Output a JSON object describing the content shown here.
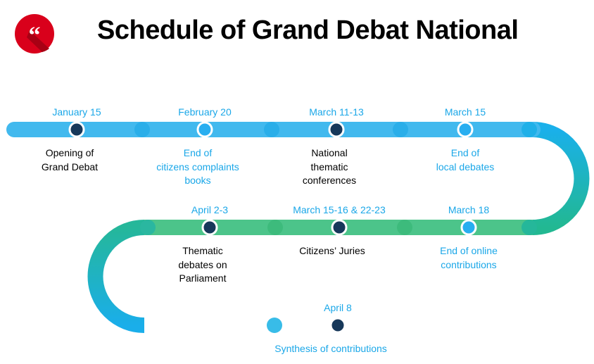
{
  "title": "Schedule of Grand Debat National",
  "logo": {
    "icon": "quote-icon",
    "color": "#d9001b"
  },
  "colors": {
    "blue": "#40b8ec",
    "green": "#4cc48a",
    "node_dark": "#17385a",
    "node_light": "#28aef0",
    "date": "#1aa7e8",
    "label_dark": "#000000"
  },
  "events": [
    {
      "date": "January 15",
      "lines": [
        "Opening of",
        "Grand Debat"
      ],
      "node": "dark",
      "label_color": "dark"
    },
    {
      "date": "February 20",
      "lines": [
        "End of",
        "citizens complaints",
        "books"
      ],
      "node": "light",
      "label_color": "blue"
    },
    {
      "date": "March 11-13",
      "lines": [
        "National",
        "thematic",
        "conferences"
      ],
      "node": "dark",
      "label_color": "dark"
    },
    {
      "date": "March 15",
      "lines": [
        "End of",
        "local debates"
      ],
      "node": "light",
      "label_color": "blue"
    },
    {
      "date": "March 18",
      "lines": [
        "End of online",
        "contributions"
      ],
      "node": "light",
      "label_color": "blue"
    },
    {
      "date": "March 15-16 & 22-23",
      "lines": [
        "Citizens’ Juries"
      ],
      "node": "dark",
      "label_color": "dark"
    },
    {
      "date": "April 2-3",
      "lines": [
        "Thematic",
        "debates on",
        "Parliament"
      ],
      "node": "dark",
      "label_color": "dark"
    },
    {
      "date": "April 8",
      "lines": [
        "Synthesis of contributions"
      ],
      "node": "dark",
      "label_color": "blue"
    }
  ]
}
